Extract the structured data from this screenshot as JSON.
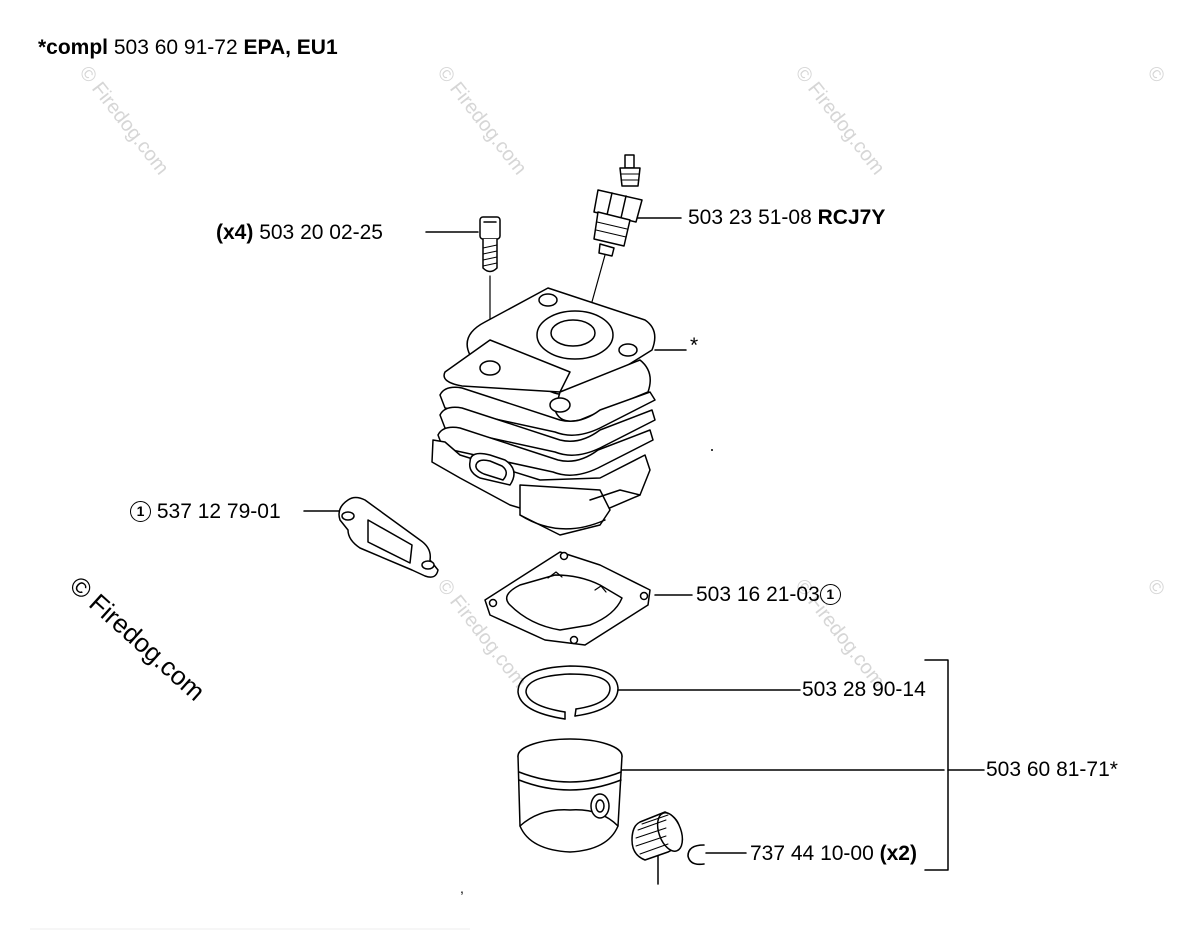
{
  "header": {
    "prefix_bold": "*compl",
    "part_number": "503 60 91-72",
    "suffix_bold": "EPA, EU1"
  },
  "callouts": {
    "screw": {
      "qty_bold": "(x4)",
      "part": "503 20 02-25"
    },
    "spark_plug": {
      "part": "503 23 51-08",
      "type_bold": "RCJ7Y"
    },
    "cylinder": {
      "marker": "*"
    },
    "intake_gasket": {
      "ref": "1",
      "part": "537 12 79-01"
    },
    "base_gasket": {
      "part": "503 16 21-03",
      "ref": "1"
    },
    "piston_ring": {
      "part": "503 28 90-14"
    },
    "piston_kit": {
      "part": "503 60 81-71*"
    },
    "circlip": {
      "part": "737 44 10-00",
      "qty_bold": "(x2)"
    }
  },
  "watermarks": {
    "text": "© Firedog.com",
    "small_text": "©"
  },
  "stray_mark": ","
}
